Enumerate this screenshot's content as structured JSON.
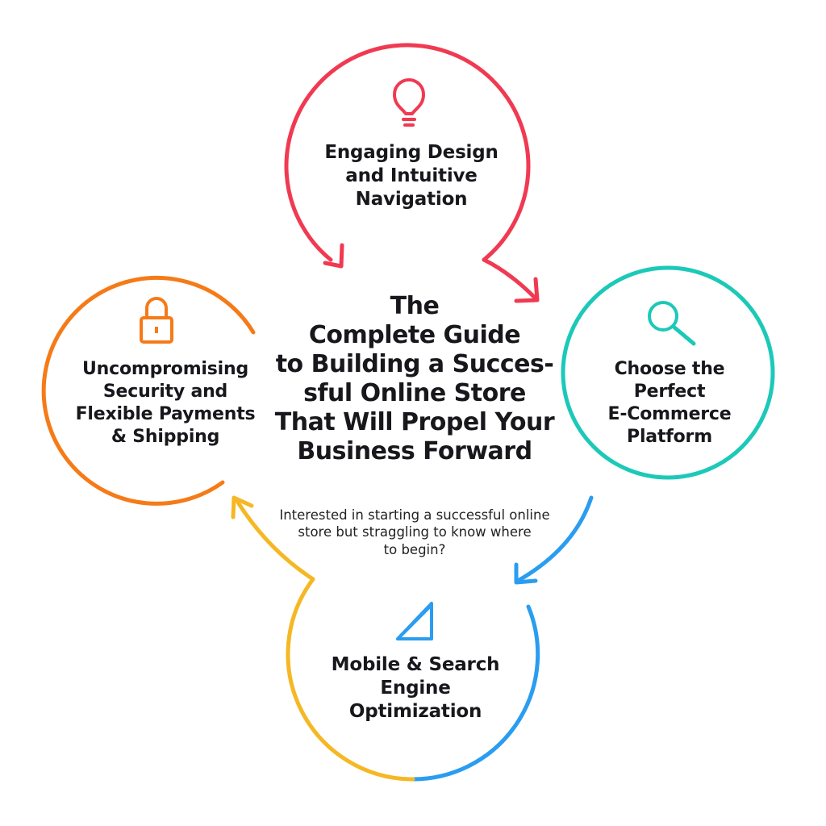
{
  "colors": {
    "red": "#f03a52",
    "teal": "#1cc9b8",
    "blue": "#2a9df0",
    "yellow": "#f5b824",
    "orange": "#f57b18",
    "text": "#17171c"
  },
  "title": {
    "lines": [
      "The",
      "Complete Guide",
      "to Building a Succes-",
      "sful Online Store",
      "That Will Propel Your",
      "Business Forward"
    ]
  },
  "subtitle": {
    "lines": [
      "Interested in starting a successful online",
      "store but straggling to know where",
      "to begin?"
    ]
  },
  "steps": {
    "top": {
      "icon": "lightbulb-icon",
      "lines": [
        "Engaging Design",
        "and Intuitive",
        "Navigation"
      ]
    },
    "right": {
      "icon": "magnifier-icon",
      "lines": [
        "Choose the",
        "Perfect",
        "E-Commerce",
        "Platform"
      ]
    },
    "bottom": {
      "icon": "growth-arrow-icon",
      "lines": [
        "Mobile & Search",
        "Engine",
        "Optimization"
      ]
    },
    "left": {
      "icon": "padlock-icon",
      "lines": [
        "Uncompromising",
        "Security and",
        "Flexible Payments",
        "& Shipping"
      ]
    }
  }
}
